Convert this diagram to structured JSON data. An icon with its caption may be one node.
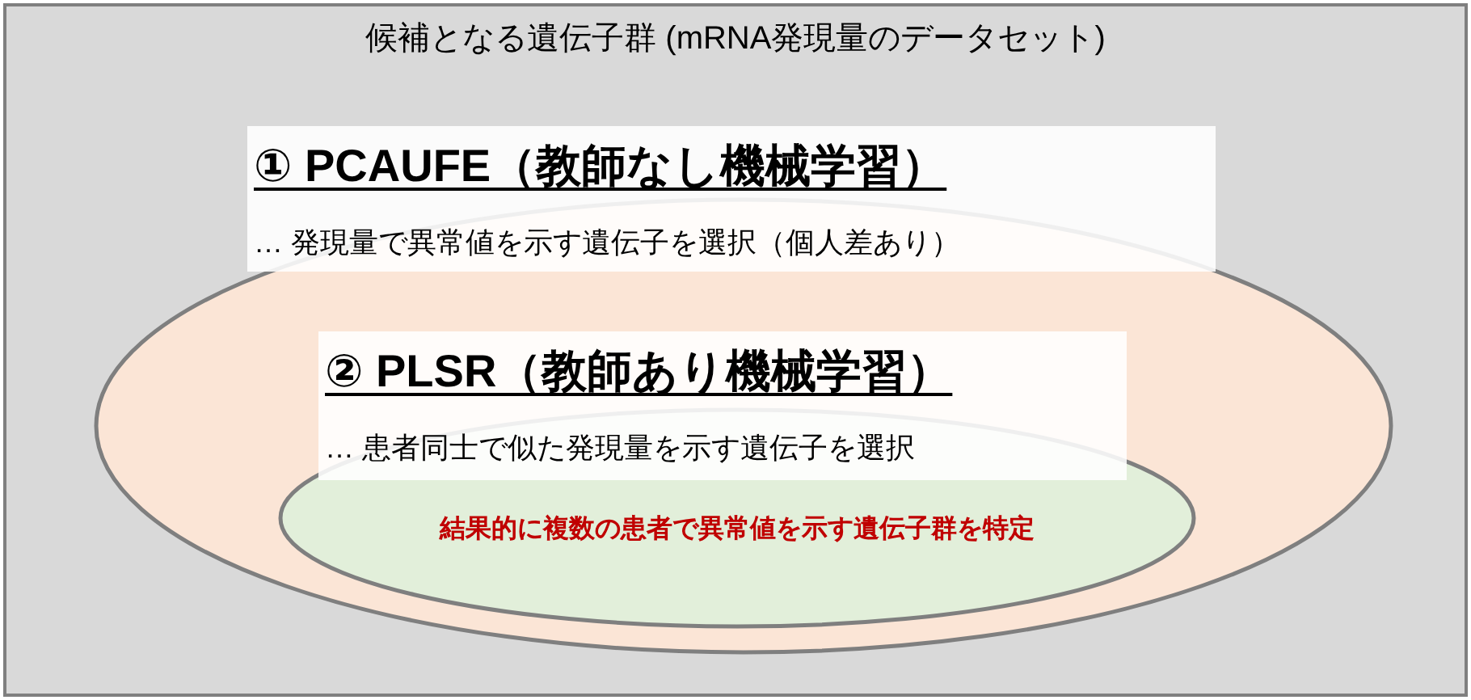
{
  "diagram": {
    "nodes": [
      {
        "text": [
          "候補となる遺伝子群 (mRNA発現量のデータセット)"
        ]
      },
      {
        "text": [
          "① PCAUFE（教師なし機械学習）",
          "… 発現量で異常値を示す遺伝子を選択（個人差あり）"
        ],
        "in": 0
      },
      {
        "text": [
          "② PLSR（教師あり機械学習）",
          "… 患者同士で似た発現量を示す遺伝子を選択",
          "結果的に複数の患者で異常値を示す遺伝子群を特定"
        ],
        "in": 1
      }
    ]
  }
}
